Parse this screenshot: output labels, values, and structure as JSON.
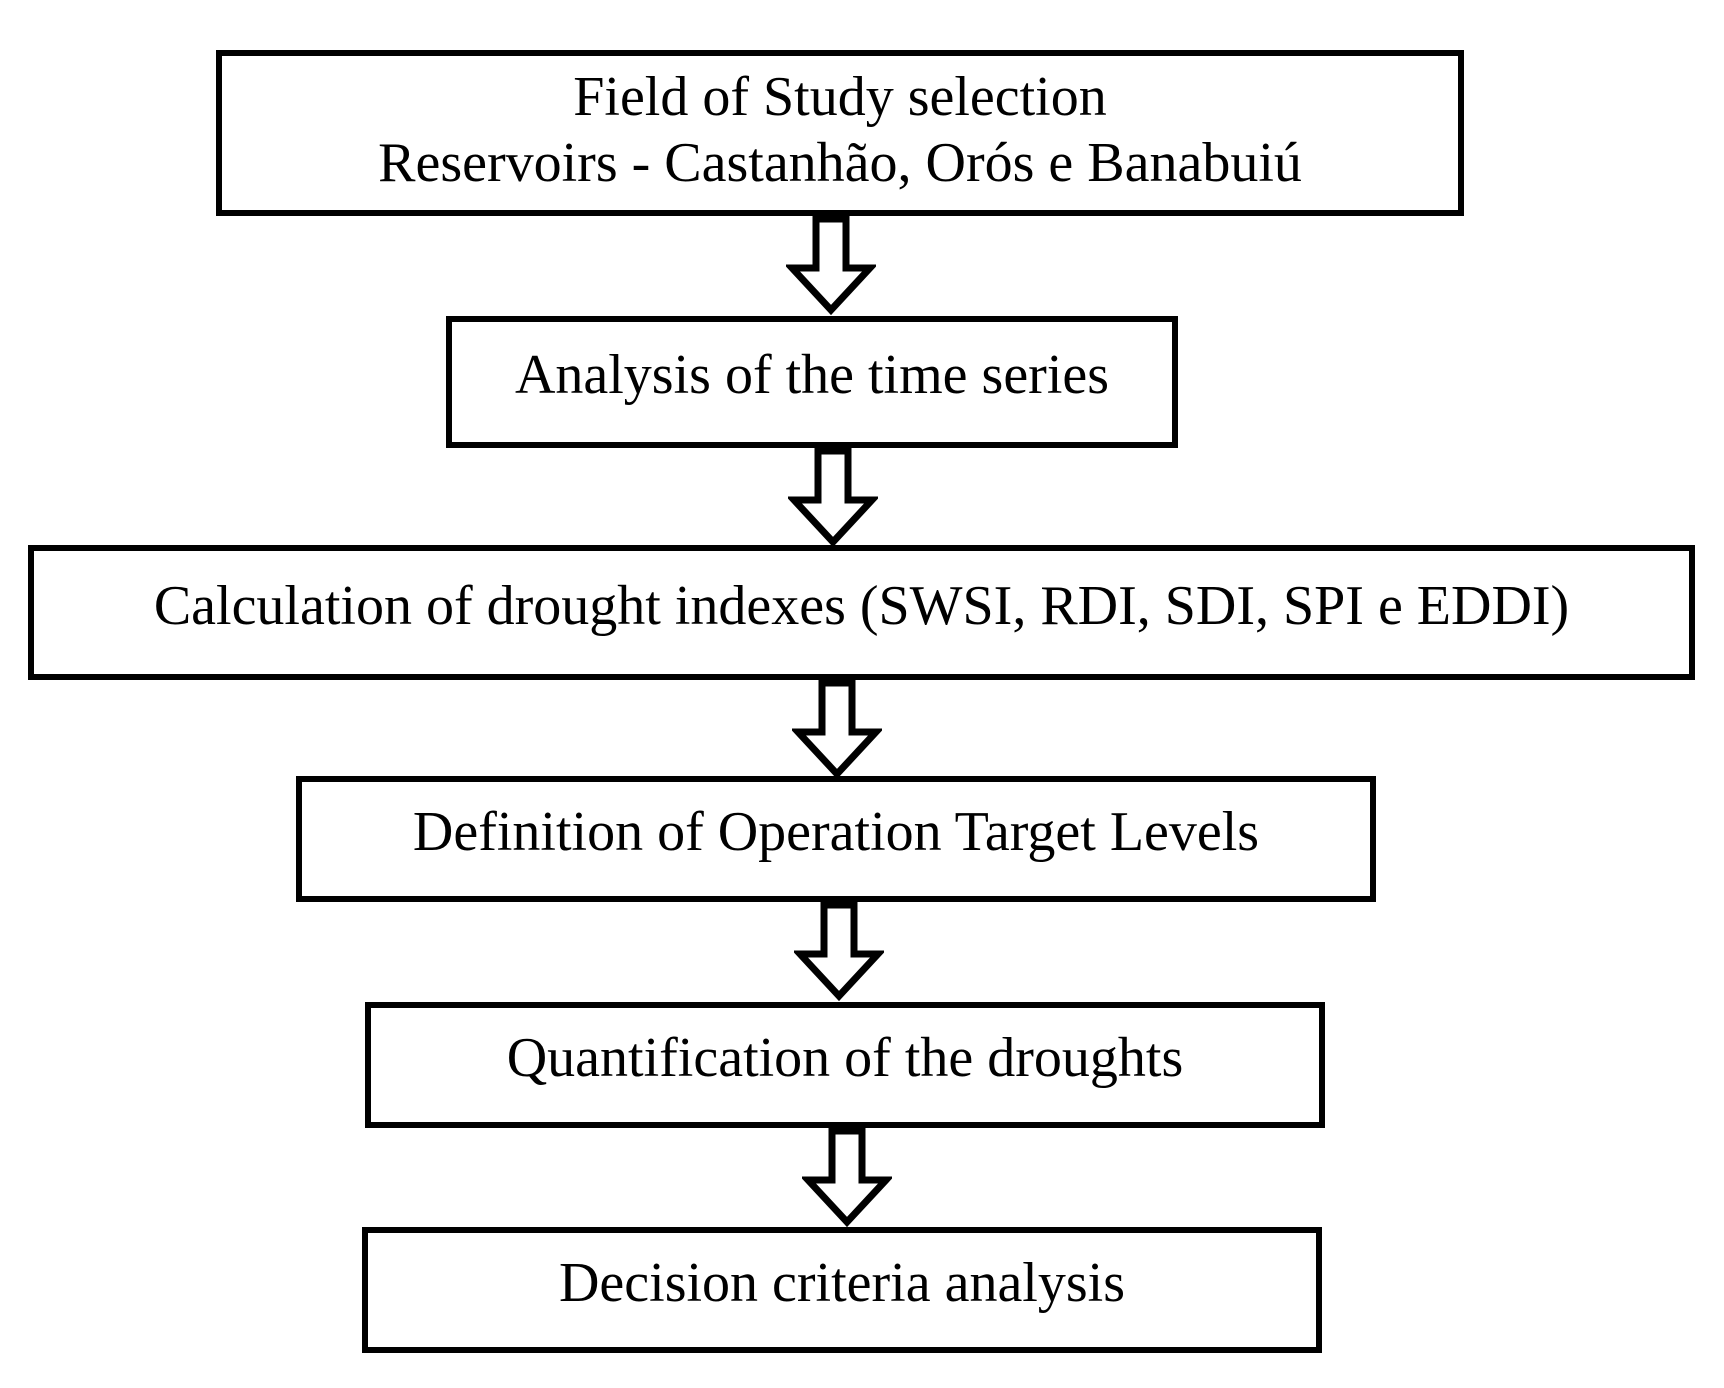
{
  "flowchart": {
    "steps": [
      {
        "lines": [
          "Field of Study selection",
          "Reservoirs - Castanhão, Orós e Banabuiú"
        ]
      },
      {
        "lines": [
          "Analysis of the time series"
        ]
      },
      {
        "lines": [
          "Calculation of drought indexes (SWSI, RDI, SDI, SPI e EDDI)"
        ]
      },
      {
        "lines": [
          "Definition of Operation Target Levels"
        ]
      },
      {
        "lines": [
          "Quantification of the droughts"
        ]
      },
      {
        "lines": [
          "Decision criteria analysis"
        ]
      }
    ],
    "arrow_icon": "hollow-down-arrow-icon",
    "colors": {
      "stroke": "#000000",
      "fill": "#ffffff",
      "text": "#000000"
    }
  }
}
